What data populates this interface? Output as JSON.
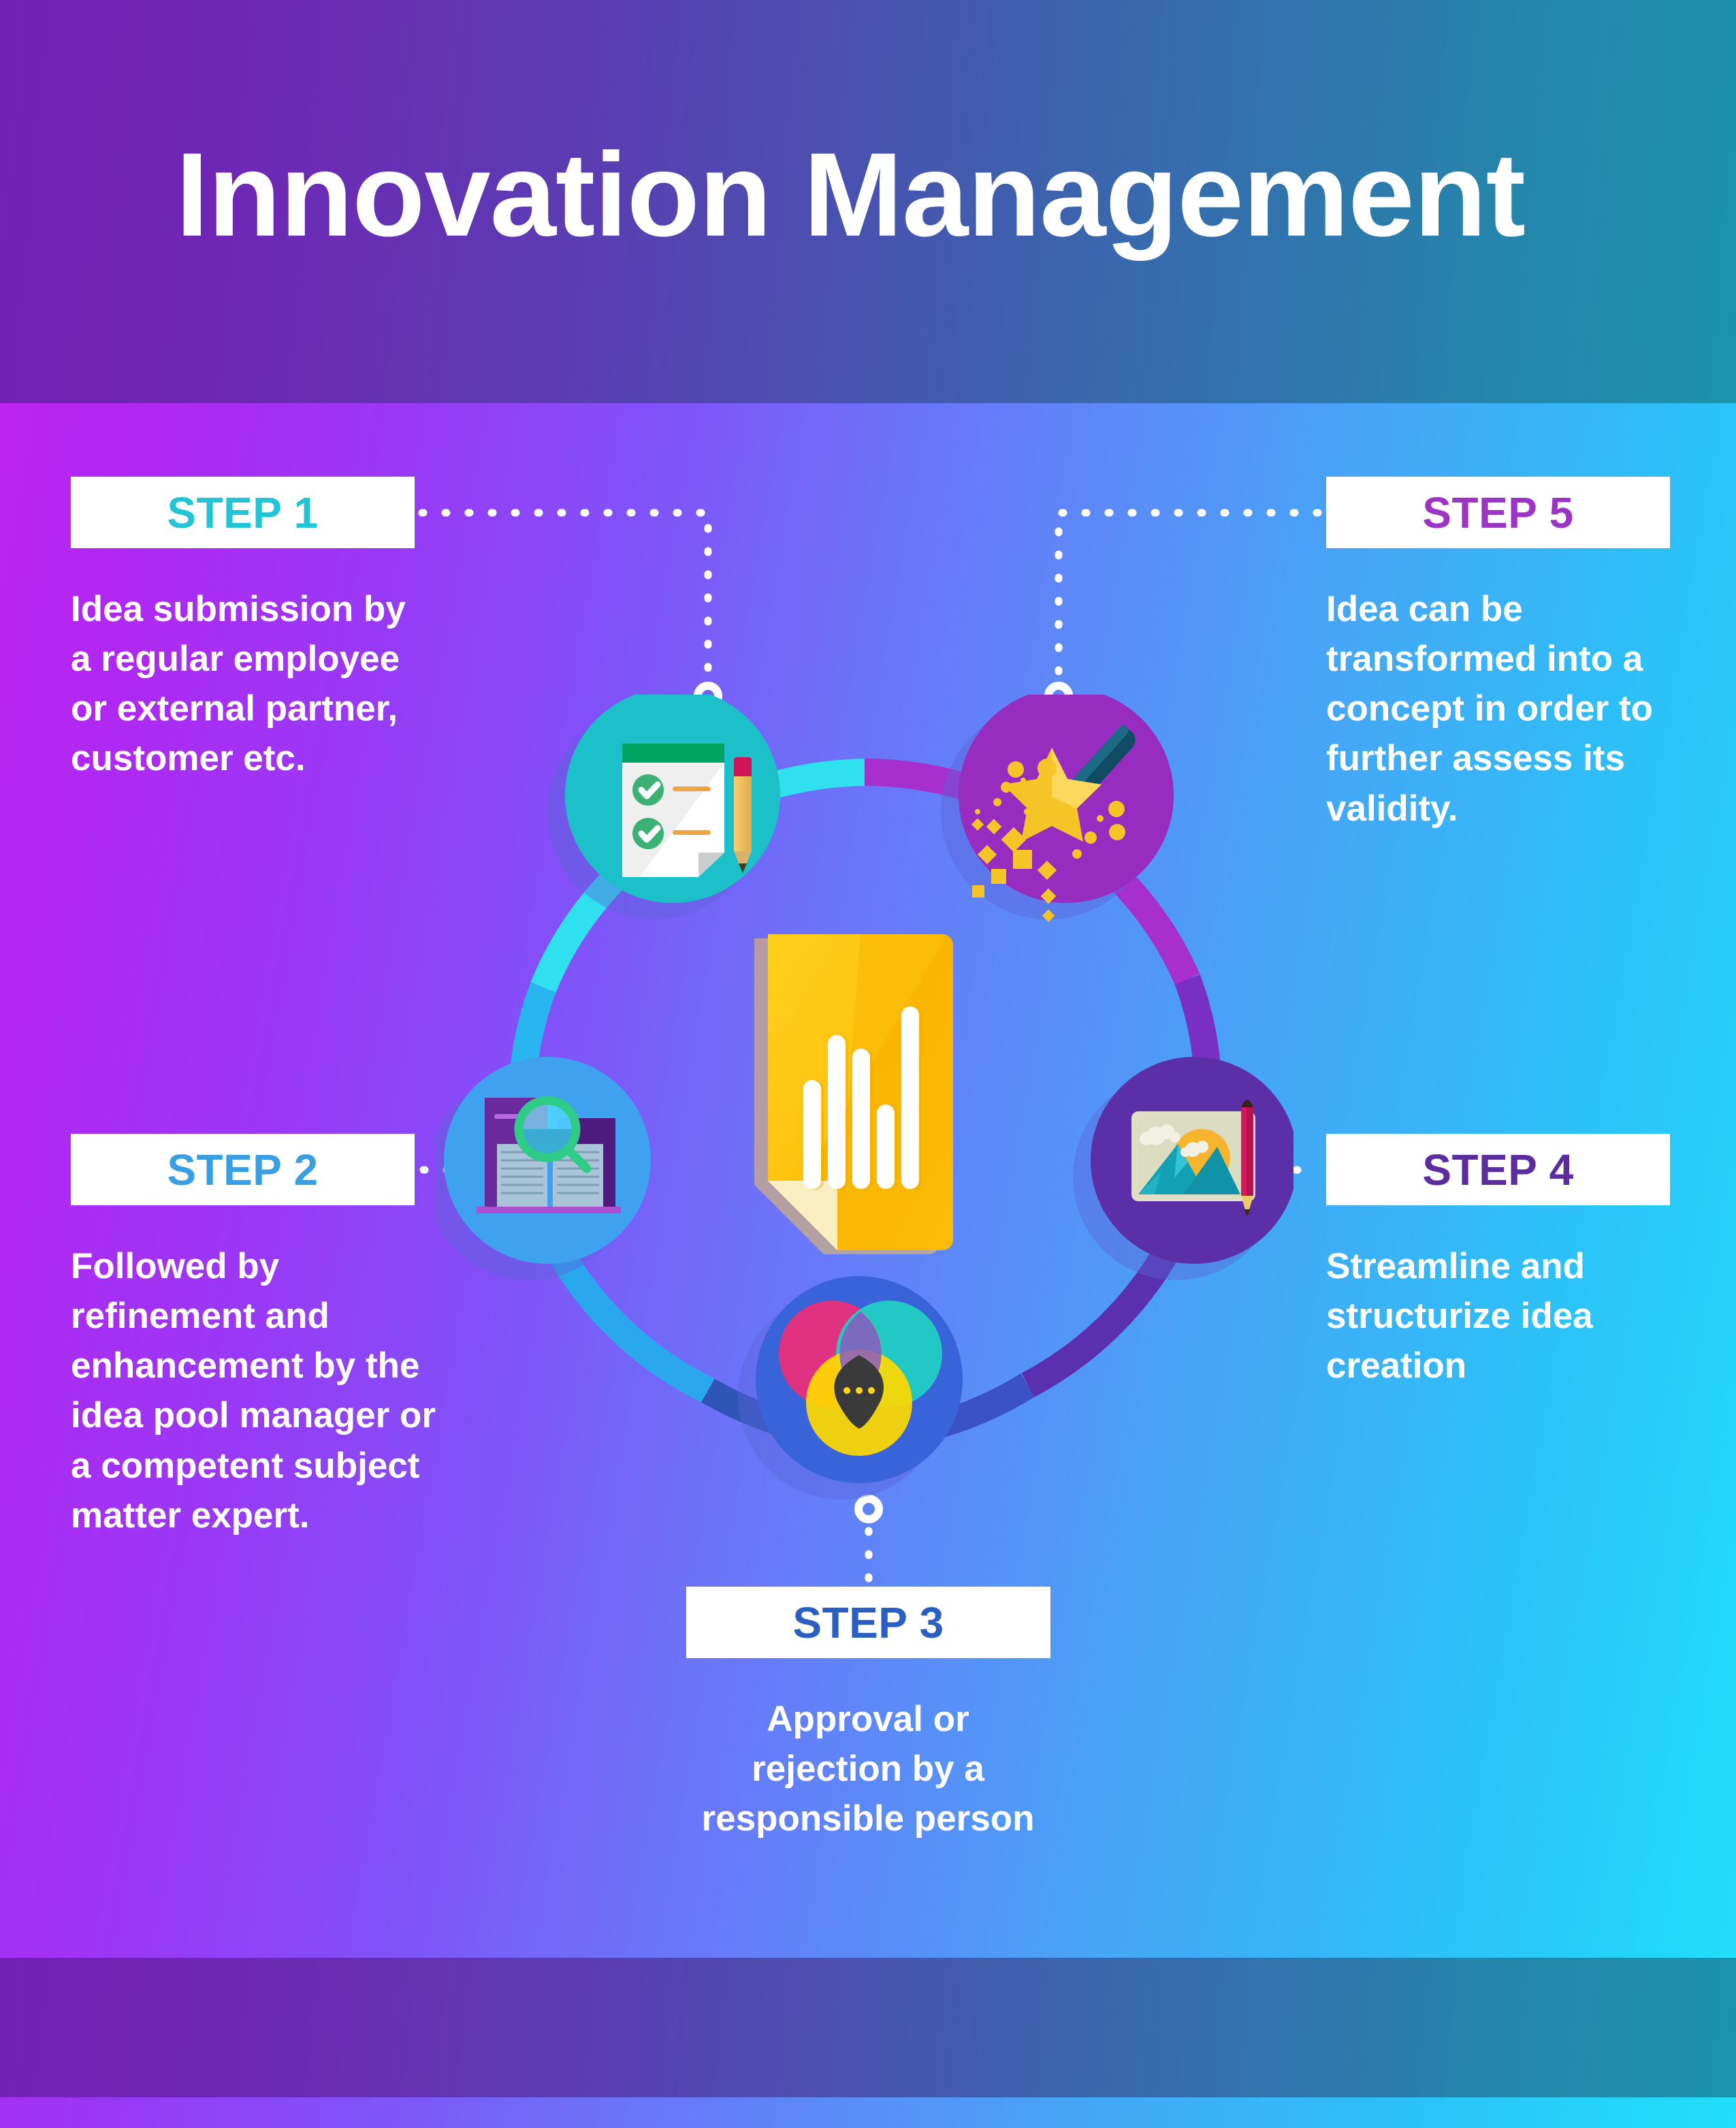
{
  "header": {
    "title": "Innovation Management"
  },
  "colors": {
    "step1_accent": "#22c5d6",
    "step2_accent": "#3a9fe2",
    "step3_accent": "#2b5ec2",
    "step4_accent": "#5c2d9e",
    "step5_accent": "#9c35c4",
    "bg_left": "#c521f0",
    "bg_right": "#23dffb",
    "band_left": "#7420b5",
    "band_right": "#1b93ab",
    "box_bg": "#ffffff",
    "text": "#ffffff"
  },
  "steps": [
    {
      "id": "step1",
      "label": "STEP 1",
      "description": "Idea submission by\na regular employee\nor external partner,\ncustomer etc.",
      "accent": "#22c5d6",
      "icon": "clipboard-checklist-icon",
      "node_color": "#1bc0c8",
      "arc_color": "#2fe0ef"
    },
    {
      "id": "step2",
      "label": "STEP 2",
      "description": "Followed by\nrefinement and\nenhancement by the\nidea pool manager or\na competent subject\nmatter expert.",
      "accent": "#3a9fe2",
      "icon": "document-magnifier-icon",
      "node_color": "#3fa2f0",
      "arc_color": "#29b6f0"
    },
    {
      "id": "step3",
      "label": "STEP 3",
      "description": "Approval or\nrejection by a\nresponsible person",
      "accent": "#2b5ec2",
      "icon": "venn-diagram-icon",
      "node_color": "#3963d8",
      "arc_color": "#2f55b8"
    },
    {
      "id": "step4",
      "label": "STEP 4",
      "description": "Streamline and\nstructurize idea\ncreation",
      "accent": "#5c2d9e",
      "icon": "image-pencil-icon",
      "node_color": "#5b2fa8",
      "arc_color": "#5a2fb0"
    },
    {
      "id": "step5",
      "label": "STEP 5",
      "description": "Idea can be\ntransformed into a\nconcept in order to\nfurther assess its\nvalidity.",
      "accent": "#9c35c4",
      "icon": "magic-wand-icon",
      "node_color": "#982bc0",
      "arc_color": "#a62fce"
    }
  ],
  "center": {
    "icon": "chart-document-icon",
    "bars": [
      40,
      62,
      54,
      26,
      72
    ],
    "paper_color": "#ffc20e",
    "bar_color": "#ffffff"
  }
}
